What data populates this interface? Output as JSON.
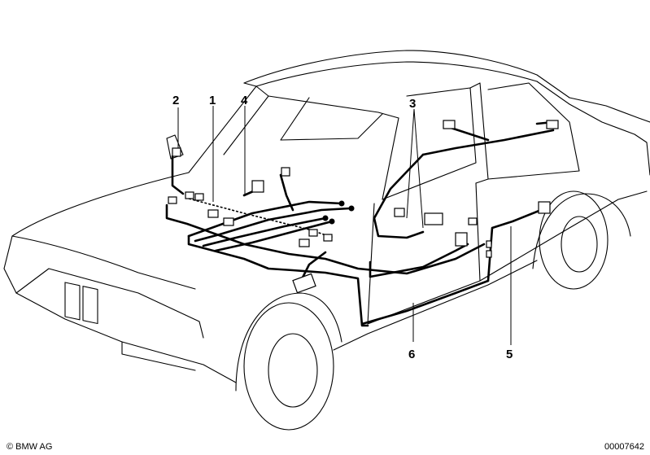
{
  "callouts": [
    {
      "id": "2",
      "label": "2"
    },
    {
      "id": "1",
      "label": "1"
    },
    {
      "id": "4",
      "label": "4"
    },
    {
      "id": "3",
      "label": "3"
    },
    {
      "id": "6",
      "label": "6"
    },
    {
      "id": "5",
      "label": "5"
    }
  ],
  "footer": {
    "copyright": "© BMW AG",
    "diagram_number": "00007642"
  },
  "colors": {
    "line": "#000000",
    "background": "#ffffff"
  }
}
